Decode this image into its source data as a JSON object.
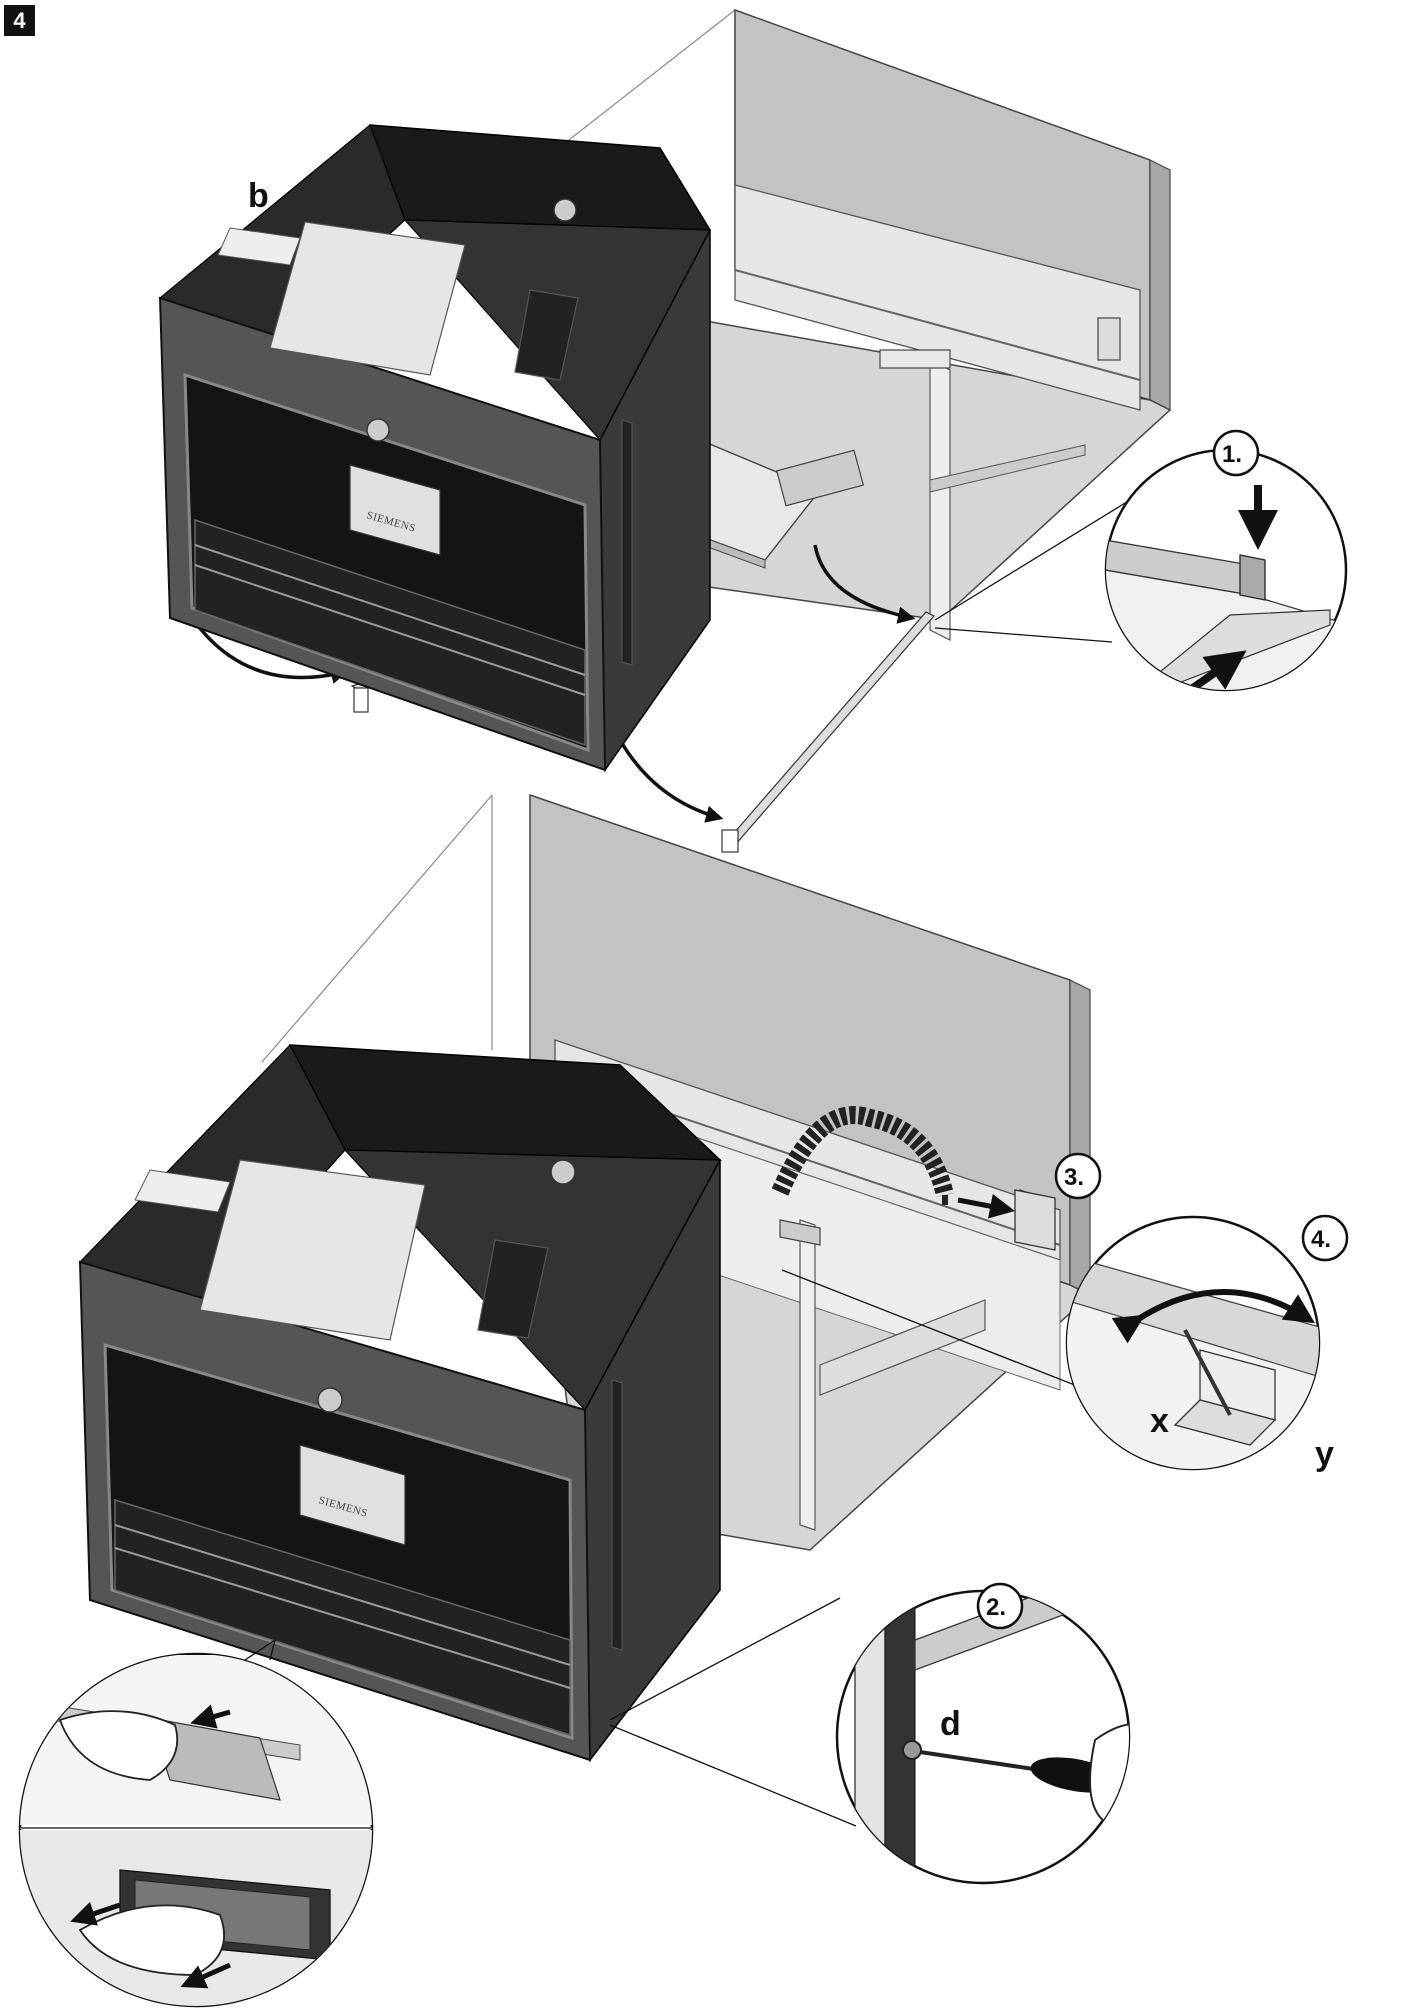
{
  "figure": {
    "step_number": "4",
    "labels": {
      "b": "b",
      "d": "d",
      "x": "x",
      "y": "y"
    },
    "steps": [
      "1.",
      "2.",
      "3.",
      "4."
    ],
    "brand": "SIEMENS"
  }
}
